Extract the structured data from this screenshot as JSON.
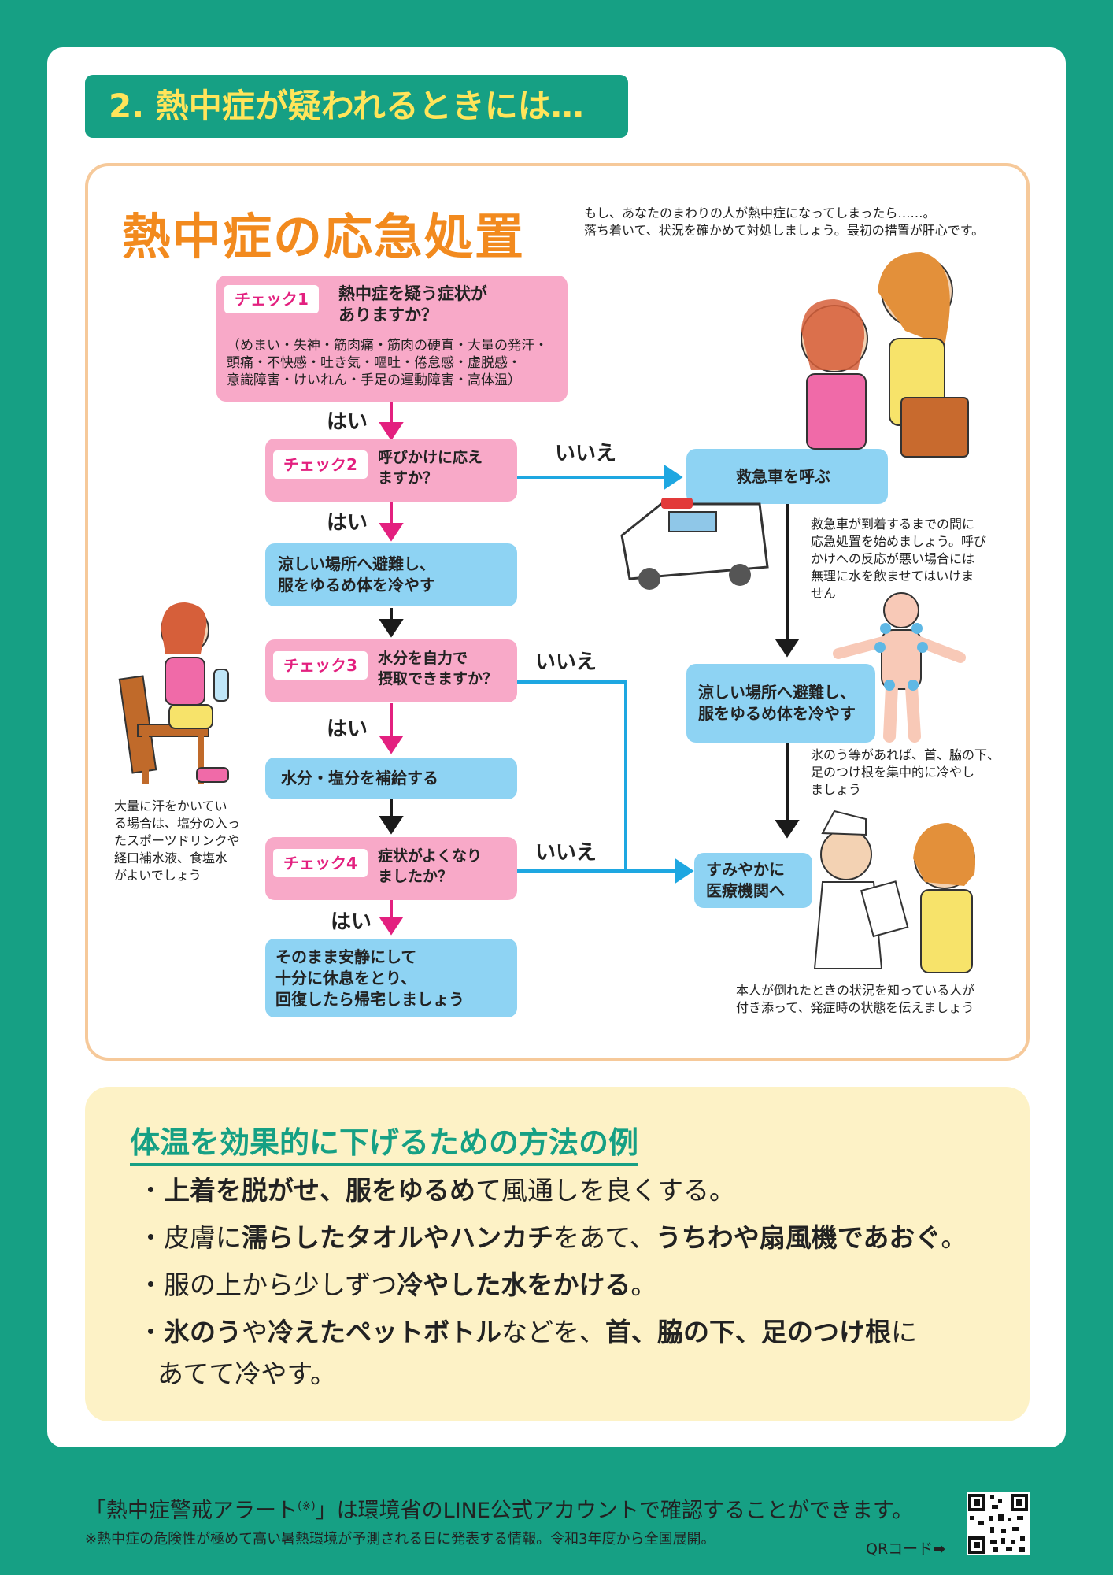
{
  "section_title": "2. 熱中症が疑われるときには…",
  "main_title": "熱中症の応急処置",
  "intro": [
    "もし、あなたのまわりの人が熱中症になってしまったら……。",
    "落ち着いて、状況を確かめて対処しましょう。最初の措置が肝心です。"
  ],
  "check_tags": [
    "チェック1",
    "チェック2",
    "チェック3",
    "チェック4"
  ],
  "check1": {
    "question": [
      "熱中症を疑う症状が",
      "ありますか？"
    ],
    "symptoms": [
      "（めまい・失神・筋肉痛・筋肉の硬直・大量の発汗・",
      "頭痛・不快感・吐き気・嘔吐・倦怠感・虚脱感・",
      "意識障害・けいれん・手足の運動障害・高体温）"
    ]
  },
  "check2": {
    "question": [
      "呼びかけに応え",
      "ますか？"
    ]
  },
  "check3": {
    "question": [
      "水分を自力で",
      "摂取できますか？"
    ]
  },
  "check4": {
    "question": [
      "症状がよくなり",
      "ましたか？"
    ]
  },
  "yes": "はい",
  "no": "いいえ",
  "steps": {
    "cool_left": [
      "涼しい場所へ避難し、",
      "服をゆるめ体を冷やす"
    ],
    "water": "水分・塩分を補給する",
    "rest": [
      "そのまま安静にして",
      "十分に休息をとり、",
      "回復したら帰宅しましょう"
    ],
    "ambulance": "救急車を呼ぶ",
    "cool_right": [
      "涼しい場所へ避難し、",
      "服をゆるめ体を冷やす"
    ],
    "hospital": [
      "すみやかに",
      "医療機関へ"
    ]
  },
  "notes": {
    "ambulance": [
      "救急車が到着するまでの間に",
      "応急処置を始めましょう。呼び",
      "かけへの反応が悪い場合には",
      "無理に水を飲ませてはいけま",
      "せん"
    ],
    "ice": [
      "氷のう等があれば、首、脇の下、",
      "足のつけ根を集中的に冷やし",
      "ましょう"
    ],
    "drink": [
      "大量に汗をかいてい",
      "る場合は、塩分の入っ",
      "たスポーツドリンクや",
      "経口補水液、食塩水",
      "がよいでしょう"
    ],
    "hospital": [
      "本人が倒れたときの状況を知っている人が",
      "付き添って、発症時の状態を伝えましょう"
    ]
  },
  "tips": {
    "title": "体温を効果的に下げるための方法の例",
    "t1": {
      "bullet": "・",
      "b1": "上着を脱がせ、服をゆるめ",
      "n1": "て風通しを良くする。"
    },
    "t2": {
      "bullet": "・",
      "n1": "皮膚に",
      "b1": "濡らしたタオルやハンカチ",
      "n2": "をあて、",
      "b2": "うちわや扇風機であおぐ",
      "n3": "。"
    },
    "t3": {
      "bullet": "・",
      "n1": "服の上から少しずつ",
      "b1": "冷やした水をかける",
      "n2": "。"
    },
    "t4": {
      "bullet": "・",
      "b1": "氷のう",
      "n1": "や",
      "b2": "冷えたペットボトル",
      "n2": "などを、",
      "b3": "首、脇の下、足のつけ根",
      "n3": "に",
      "line2": "あてて冷やす。"
    }
  },
  "footer": {
    "line1_a": "「熱中症警戒アラート",
    "line1_sup": "(※)",
    "line1_b": "」は環境省のLINE公式アカウントで確認することができます。",
    "line2": "※熱中症の危険性が極めて高い暑熱環境が予測される日に発表する情報。令和3年度から全国展開。",
    "qr_label": "QRコード➡"
  },
  "colors": {
    "green": "#16a084",
    "orange": "#f28a1e",
    "pink": "#f8a9c8",
    "blue": "#8ed3f3",
    "magenta": "#e3207f",
    "cream": "#fdf2c6"
  }
}
